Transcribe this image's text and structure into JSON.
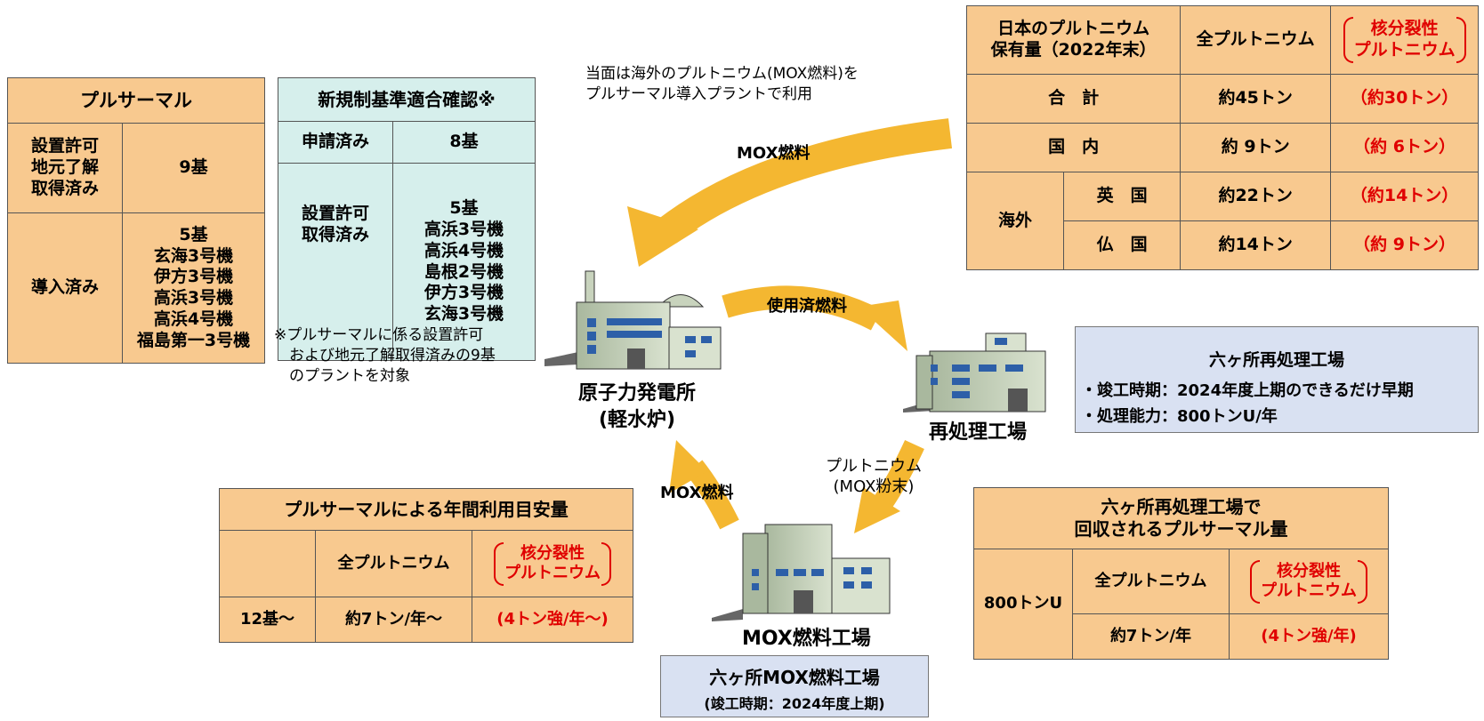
{
  "pluthermal": {
    "title": "プルサーマル",
    "row1_label": "設置許可\n地元了解\n取得済み",
    "row1_value": "9基",
    "row2_label": "導入済み",
    "row2_value": "5基\n玄海3号機\n伊方3号機\n高浜3号機\n高浜4号機\n福島第一3号機"
  },
  "regulation": {
    "title": "新規制基準適合確認※",
    "row1_label": "申請済み",
    "row1_value": "8基",
    "row2_label": "設置許可\n取得済み",
    "row2_value": "5基\n高浜3号機\n高浜4号機\n島根2号機\n伊方3号機\n玄海3号機",
    "footnote": "※プルサーマルに係る設置許可\n　および地元了解取得済みの9基\n　のプラントを対象"
  },
  "overseas_note": "当面は海外のプルトニウム(MOX燃料)を\nプルサーマル導入プラントで利用",
  "holdings": {
    "title": "日本のプルトニウム\n保有量（2022年末）",
    "col_total": "全プルトニウム",
    "col_fissile": "核分裂性\nプルトニウム",
    "rows": [
      {
        "label": "合　計",
        "total": "約45トン",
        "fissile": "（約30トン）"
      },
      {
        "label": "国　内",
        "total": "約 9トン",
        "fissile": "（約 6トン）"
      }
    ],
    "overseas_label": "海外",
    "overseas_rows": [
      {
        "label": "英　国",
        "total": "約22トン",
        "fissile": "（約14トン）"
      },
      {
        "label": "仏　国",
        "total": "約14トン",
        "fissile": "（約 9トン）"
      }
    ]
  },
  "flows": {
    "mox_top": "MOX燃料",
    "spent_fuel": "使用済燃料",
    "mox_bottom": "MOX燃料",
    "plutonium": "プルトニウム\n(MOX粉末)"
  },
  "facilities": {
    "npp": "原子力発電所\n(軽水炉)",
    "reprocessing": "再処理工場",
    "mox_plant": "MOX燃料工場"
  },
  "rokkasho_reprocessing": {
    "title": "六ヶ所再処理工場",
    "line1": "・竣工時期：2024年度上期のできるだけ早期",
    "line2": "・処理能力：800トンU/年"
  },
  "rokkasho_mox": {
    "title": "六ヶ所MOX燃料工場",
    "subtitle": "(竣工時期：2024年度上期)"
  },
  "annual_use": {
    "title": "プルサーマルによる年間利用目安量",
    "col_total": "全プルトニウム",
    "col_fissile": "核分裂性\nプルトニウム",
    "row_label": "12基〜",
    "row_total": "約7トン/年〜",
    "row_fissile": "(4トン強/年〜)"
  },
  "recovered": {
    "title": "六ヶ所再処理工場で\n回収されるプルサーマル量",
    "row_label": "800トンU",
    "col_total": "全プルトニウム",
    "col_fissile": "核分裂性\nプルトニウム",
    "row_total": "約7トン/年",
    "row_fissile": "(4トン強/年)"
  },
  "colors": {
    "table_orange": "#f8c98f",
    "table_teal": "#d6efec",
    "info_blue": "#d9e1f2",
    "arrow_orange": "#f4b731",
    "accent_red": "#e00000"
  }
}
